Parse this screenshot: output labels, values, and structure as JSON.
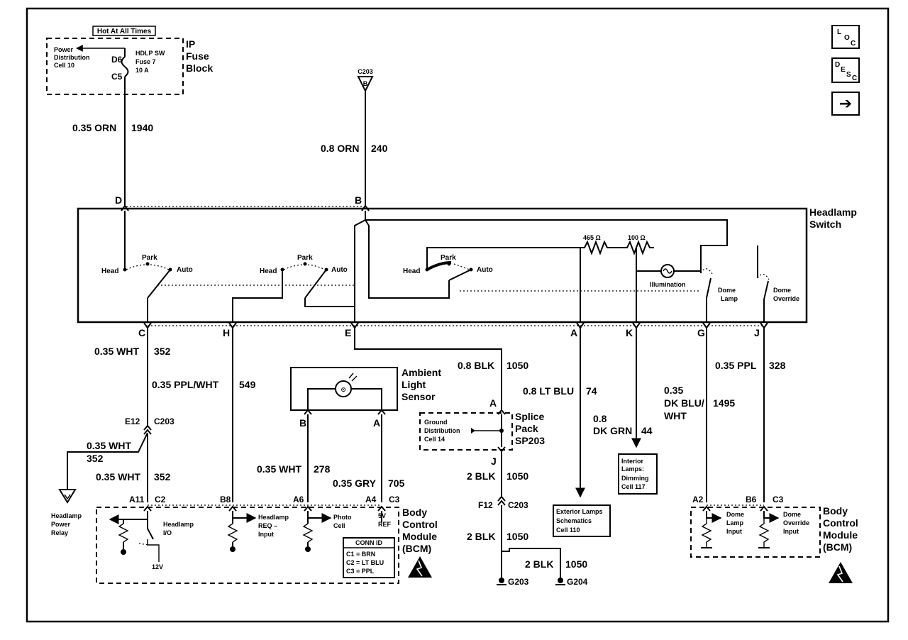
{
  "nav": {
    "loc_l": "L",
    "loc_o": "O",
    "loc_c": "C",
    "desc_d": "D",
    "desc_e": "E",
    "desc_s": "S",
    "desc_c": "C",
    "next_arrow": "➔"
  },
  "fuse_block": {
    "hot_label": "Hot At All Times",
    "title_line1": "IP",
    "title_line2": "Fuse",
    "title_line3": "Block",
    "power_line1": "Power",
    "power_line2": "Distribution",
    "power_line3": "Cell 10",
    "fuse_line1": "HDLP SW",
    "fuse_line2": "Fuse 7",
    "fuse_line3": "10 A",
    "pin_top": "D6",
    "pin_bottom": "C5"
  },
  "c203_top": {
    "connector": "C203",
    "pin": "B"
  },
  "wires": {
    "w1940_size": "0.35 ORN",
    "w1940_circuit": "1940",
    "w240_size": "0.8 ORN",
    "w240_circuit": "240",
    "w352_size": "0.35 WHT",
    "w352_circuit": "352",
    "w549_size": "0.35 PPL/WHT",
    "w549_circuit": "549",
    "w1050_size": "0.8 BLK",
    "w1050_circuit": "1050",
    "w74_size": "0.8 LT BLU",
    "w74_circuit": "74",
    "w44_size_line1": "0.8",
    "w44_size_line2": "DK GRN",
    "w44_circuit": "44",
    "w1495_size_line1": "0.35",
    "w1495_size_line2": "DK BLU/",
    "w1495_size_line3": "WHT",
    "w1495_circuit": "1495",
    "w328_size": "0.35 PPL",
    "w328_circuit": "328",
    "relay_wire_size": "0.35 WHT",
    "relay_wire_circuit": "352",
    "w352b_size": "0.35 WHT",
    "w352b_circuit": "352",
    "w278_size": "0.35 WHT",
    "w278_circuit": "278",
    "w705_size": "0.35 GRY",
    "w705_circuit": "705",
    "w1050b_size": "2 BLK",
    "w1050b_circuit": "1050",
    "w1050c_size": "2 BLK",
    "w1050c_circuit": "1050",
    "w1050d_size": "2 BLK",
    "w1050d_circuit": "1050"
  },
  "headlamp_switch": {
    "title_line1": "Headlamp",
    "title_line2": "Switch",
    "pins_top": {
      "d": "D",
      "b": "B"
    },
    "sw1": {
      "head": "Head",
      "park": "Park",
      "auto": "Auto"
    },
    "sw2": {
      "head": "Head",
      "park": "Park",
      "auto": "Auto"
    },
    "sw3": {
      "head": "Head",
      "park": "Park",
      "auto": "Auto"
    },
    "r1": "465 Ω",
    "r2": "100 Ω",
    "illumination": "Illumination",
    "dome_lamp_line1": "Dome",
    "dome_lamp_line2": "Lamp",
    "dome_override_line1": "Dome",
    "dome_override_line2": "Override",
    "pins_bottom": {
      "c": "C",
      "h": "H",
      "e": "E",
      "a": "A",
      "k": "K",
      "g": "G",
      "j": "J"
    }
  },
  "ambient_sensor": {
    "title_line1": "Ambient",
    "title_line2": "Light",
    "title_line3": "Sensor",
    "pin_b": "B",
    "pin_a": "A"
  },
  "splice_pack": {
    "title_line1": "Splice",
    "title_line2": "Pack",
    "title_line3": "SP203",
    "pin_a": "A",
    "pin_j": "J",
    "ground_line1": "Ground",
    "ground_line2": "Distribution",
    "ground_line3": "Cell 14"
  },
  "c203_mid": {
    "pin_left": "E12",
    "conn_left": "C203",
    "pin_right": "F12",
    "conn_right": "C203"
  },
  "relay": {
    "line1": "Headlamp",
    "line2": "Power",
    "line3": "Relay"
  },
  "bcm_left": {
    "pins": {
      "a11": "A11",
      "c2": "C2",
      "b8": "B8",
      "a6": "A6",
      "a4": "A4",
      "c3": "C3"
    },
    "headlamp_io_line1": "Headlamp",
    "headlamp_io_line2": "I/O",
    "headlamp_req_line1": "Headlamp",
    "headlamp_req_line2": "REQ –",
    "headlamp_req_line3": "Input",
    "photo_cell_line1": "Photo",
    "photo_cell_line2": "Cell",
    "ref_line1": "5V",
    "ref_line2": "REF",
    "v12": "12V",
    "title_line1": "Body",
    "title_line2": "Control",
    "title_line3": "Module",
    "title_line4": "(BCM)",
    "conn_id_title": "CONN ID",
    "conn_id_c1": "C1 = BRN",
    "conn_id_c2": "C2 = LT BLU",
    "conn_id_c3": "C3 = PPL"
  },
  "bcm_right": {
    "pin_a2": "A2",
    "pin_b6": "B6",
    "conn_c3": "C3",
    "dome_input_line1": "Dome",
    "dome_input_line2": "Lamp",
    "dome_input_line3": "Input",
    "override_input_line1": "Dome",
    "override_input_line2": "Override",
    "override_input_line3": "Input",
    "title_line1": "Body",
    "title_line2": "Control",
    "title_line3": "Module",
    "title_line4": "(BCM)"
  },
  "interior_lamps": {
    "line1": "Interior",
    "line2": "Lamps:",
    "line3": "Dimming",
    "line4": "Cell 117"
  },
  "exterior_lamps": {
    "line1": "Exterior Lamps",
    "line2": "Schematics",
    "line3": "Cell 110"
  },
  "grounds": {
    "g203": "G203",
    "g204": "G204"
  }
}
